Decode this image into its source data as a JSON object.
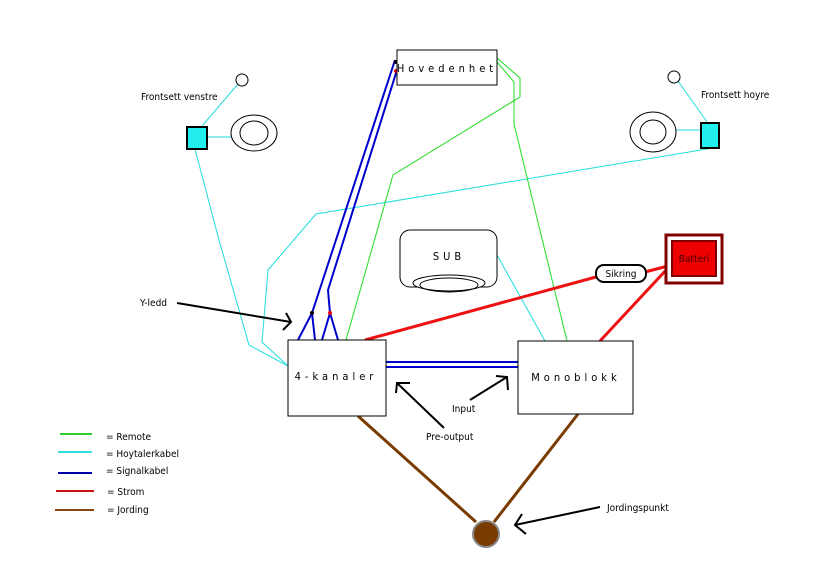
{
  "labels": {
    "head_unit": "Hovedenhet",
    "front_left": "Frontsett venstre",
    "front_right": "Frontsett hoyre",
    "sub": "SUB",
    "fuse": "Sikring",
    "battery": "Batteri",
    "y_split": "Y-ledd",
    "amp4": "4-kanaler",
    "mono": "Monoblokk",
    "input": "Input",
    "pre_output": "Pre-output",
    "ground_point": "Jordingspunkt"
  },
  "legend": [
    {
      "label": "= Remote",
      "color": "#33cc33"
    },
    {
      "label": "= Hoytalerkabel",
      "color": "#33dddd"
    },
    {
      "label": "= Signalkabel",
      "color": "#0000aa"
    },
    {
      "label": "= Strom",
      "color": "#cc1111"
    },
    {
      "label": "= Jording",
      "color": "#8b4513"
    }
  ],
  "colors": {
    "remote": "#22dd22",
    "speaker": "#22dddd",
    "signal": "#0000cc",
    "power": "#ee1111",
    "ground": "#7a3b00",
    "battery_fill": "#ee0000",
    "battery_border": "#800000"
  }
}
